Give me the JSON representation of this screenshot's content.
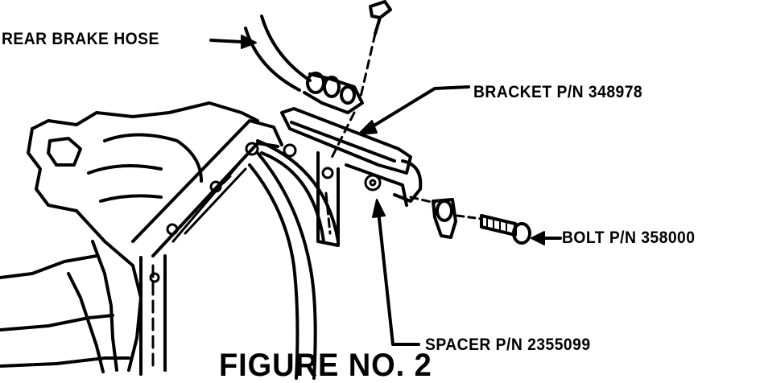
{
  "callouts": {
    "rear_brake_hose": "REAR BRAKE HOSE",
    "bracket": "BRACKET P/N 348978",
    "bolt": "BOLT P/N 358000",
    "spacer": "SPACER P/N 2355099"
  },
  "caption": "FIGURE NO. 2",
  "colors": {
    "ink": "#000000",
    "paper": "#ffffff"
  }
}
